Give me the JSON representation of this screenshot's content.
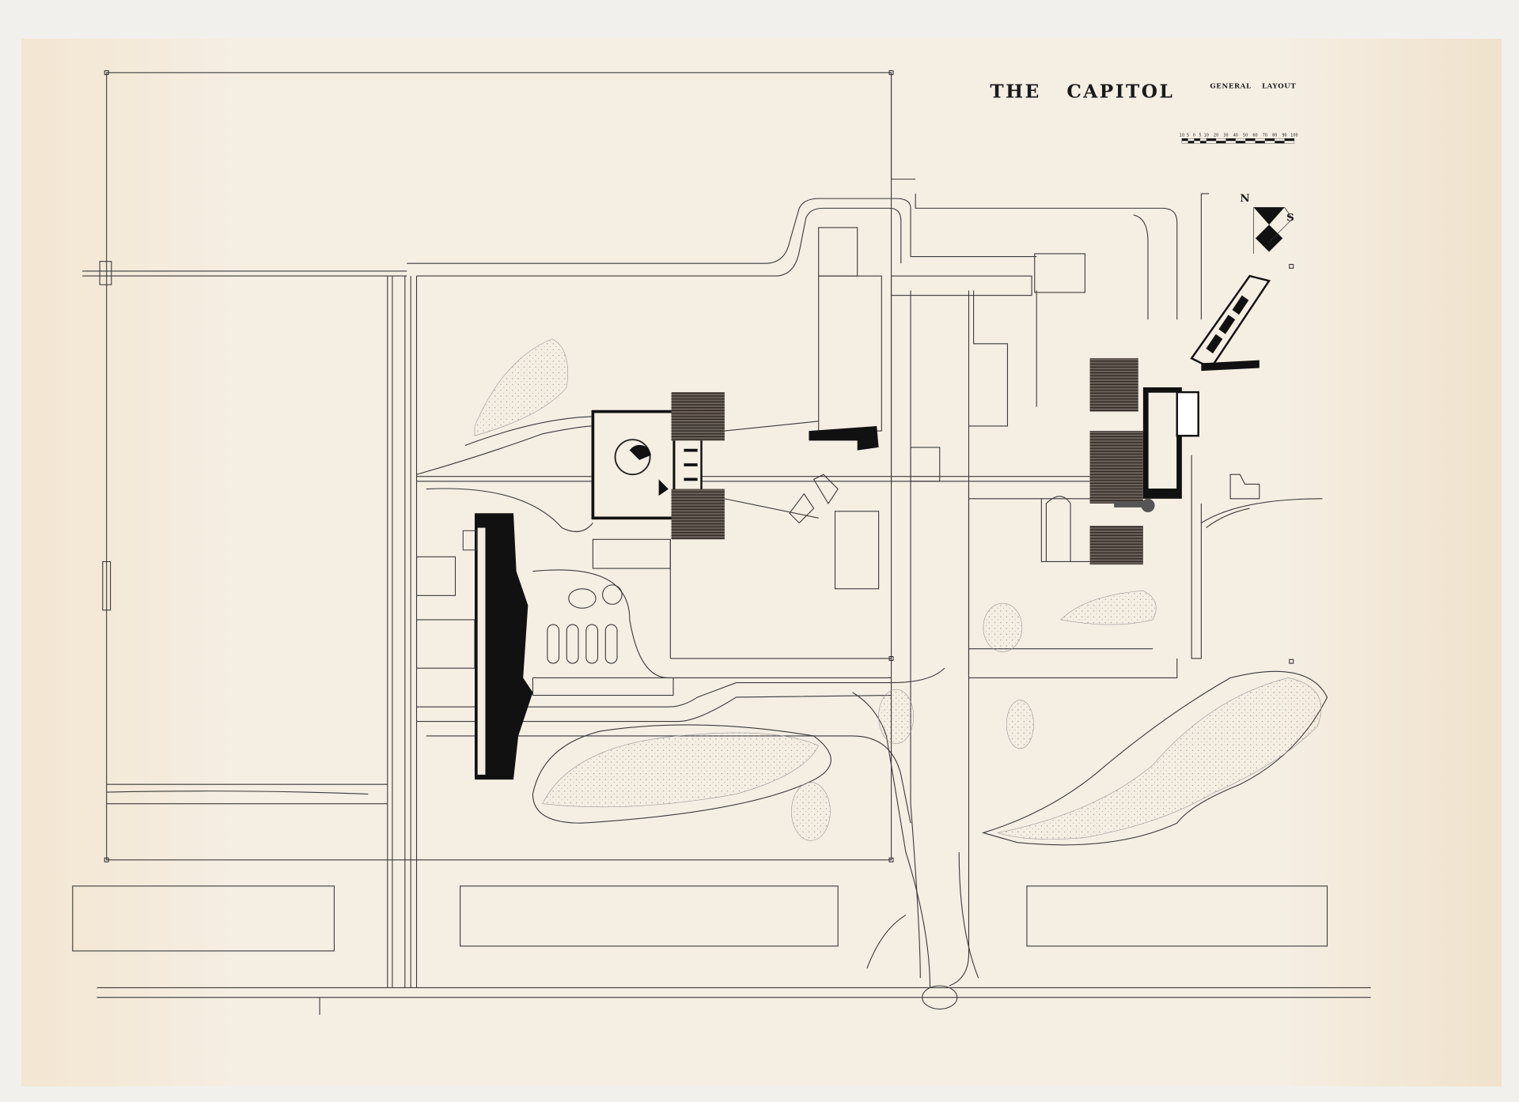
{
  "drawing": {
    "title": "THE CAPITOL",
    "subtitle": "GENERAL LAYOUT",
    "scale_bar": {
      "labels": [
        "10",
        "5",
        "0",
        "5",
        "10",
        "20",
        "30",
        "40",
        "50",
        "60",
        "70",
        "80",
        "90",
        "100"
      ]
    },
    "north_arrow": {
      "north_label": "N",
      "south_label": "S"
    }
  },
  "colors": {
    "paper": "#f4ece0",
    "ink": "#1a1a1a",
    "margin": "#f2f0ec"
  }
}
